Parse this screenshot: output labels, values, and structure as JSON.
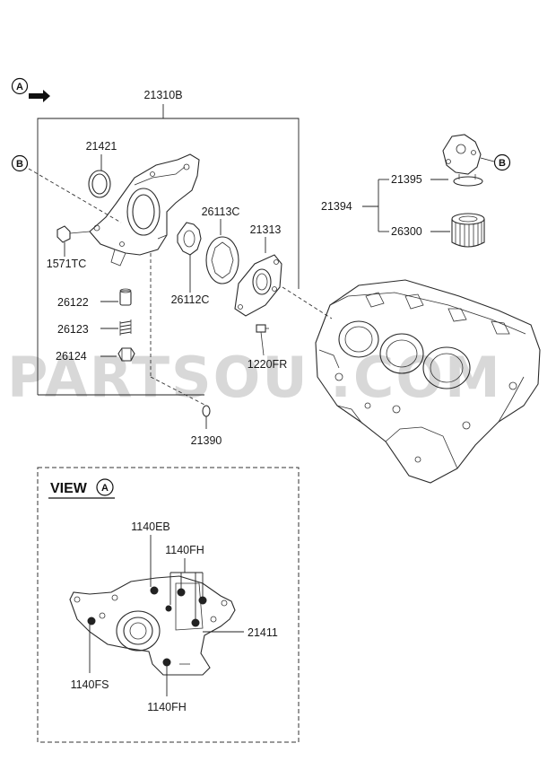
{
  "callouts": {
    "view_ref": "A",
    "view_title": "VIEW",
    "b_ref": "B"
  },
  "labels": {
    "p21310B": "21310B",
    "p21421": "21421",
    "p1571TC": "1571TC",
    "p26113C": "26113C",
    "p21313": "21313",
    "p26112C": "26112C",
    "p26122": "26122",
    "p26123": "26123",
    "p26124": "26124",
    "p1220FR": "1220FR",
    "p21390": "21390",
    "p21394": "21394",
    "p21395": "21395",
    "p26300": "26300",
    "p1140EB": "1140EB",
    "p1140FH_top": "1140FH",
    "p21411": "21411",
    "p1140FS": "1140FS",
    "p1140FH_bottom": "1140FH"
  },
  "watermark": "PARTSOU  .COM"
}
